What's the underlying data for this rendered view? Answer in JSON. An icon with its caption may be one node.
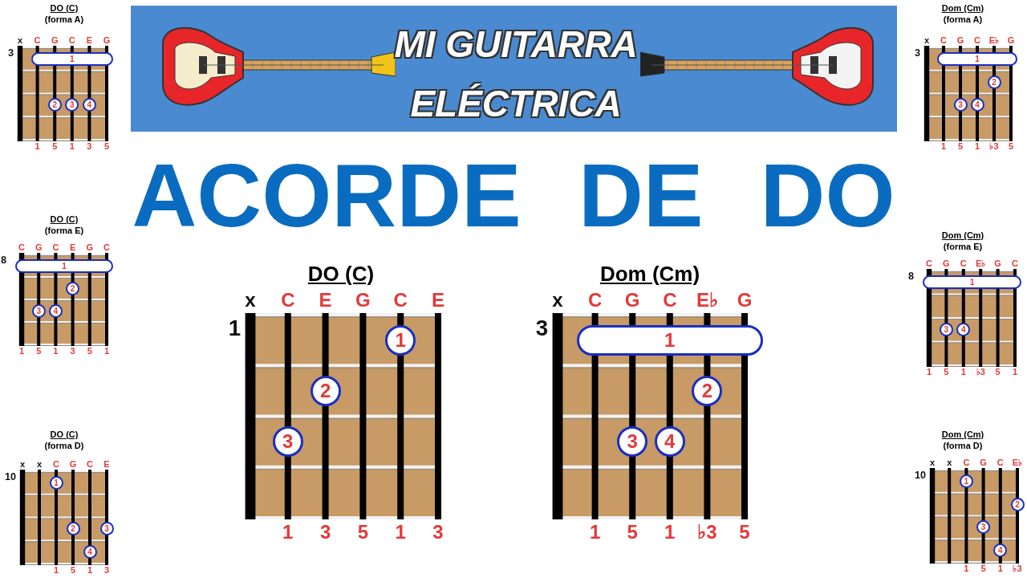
{
  "diagram": {
    "title": "ACORDE DE DO",
    "nodes": [
      {
        "text": [
          "MI GUITARRA ELÉCTRICA"
        ]
      },
      {
        "text": [
          "DO (C)",
          "(forma A)"
        ],
        "beside": [
          "3",
          "x",
          "C",
          "G",
          "C",
          "E",
          "G",
          "1",
          "5",
          "1",
          "3",
          "5"
        ]
      },
      {
        "text": [
          "1"
        ],
        "in": 1
      },
      {
        "text": [
          "2"
        ],
        "in": 1
      },
      {
        "text": [
          "3"
        ],
        "in": 1
      },
      {
        "text": [
          "4"
        ],
        "in": 1
      },
      {
        "text": [
          "Dom (Cm)",
          "(forma A)"
        ],
        "beside": [
          "3",
          "x",
          "C",
          "G",
          "C",
          "E♭",
          "G",
          "1",
          "5",
          "1",
          "♭3",
          "5"
        ]
      },
      {
        "text": [
          "1"
        ],
        "in": 6
      },
      {
        "text": [
          "2"
        ],
        "in": 6
      },
      {
        "text": [
          "3"
        ],
        "in": 6
      },
      {
        "text": [
          "4"
        ],
        "in": 6
      },
      {
        "text": [
          "DO (C)",
          "(forma E)"
        ],
        "beside": [
          "8",
          "C",
          "G",
          "C",
          "E",
          "G",
          "C",
          "1",
          "5",
          "1",
          "3",
          "5",
          "1"
        ]
      },
      {
        "text": [
          "1"
        ],
        "in": 11
      },
      {
        "text": [
          "2"
        ],
        "in": 11
      },
      {
        "text": [
          "3"
        ],
        "in": 11
      },
      {
        "text": [
          "4"
        ],
        "in": 11
      },
      {
        "text": [
          "DO (C)"
        ],
        "beside": [
          "1",
          "x",
          "C",
          "E",
          "G",
          "C",
          "E",
          "1",
          "3",
          "5",
          "1",
          "3"
        ]
      },
      {
        "text": [
          "1"
        ],
        "in": 16
      },
      {
        "text": [
          "2"
        ],
        "in": 16
      },
      {
        "text": [
          "3"
        ],
        "in": 16
      },
      {
        "text": [
          "Dom (Cm)"
        ],
        "beside": [
          "3",
          "x",
          "C",
          "G",
          "C",
          "E♭",
          "G",
          "1",
          "5",
          "1",
          "♭3",
          "5"
        ]
      },
      {
        "text": [
          "1"
        ],
        "in": 20
      },
      {
        "text": [
          "2"
        ],
        "in": 20
      },
      {
        "text": [
          "3"
        ],
        "in": 20
      },
      {
        "text": [
          "4"
        ],
        "in": 20
      },
      {
        "text": [
          "Dom (Cm)",
          "(forma E)"
        ],
        "beside": [
          "8",
          "C",
          "G",
          "C",
          "E♭",
          "G",
          "C",
          "1",
          "5",
          "1",
          "♭3",
          "5",
          "1"
        ]
      },
      {
        "text": [
          "1"
        ],
        "in": 25
      },
      {
        "text": [
          "3"
        ],
        "in": 25
      },
      {
        "text": [
          "4"
        ],
        "in": 25
      },
      {
        "text": [
          "DO (C)",
          "(forma D)"
        ],
        "beside": [
          "10",
          "x",
          "x",
          "C",
          "G",
          "C",
          "E",
          "1",
          "5",
          "1",
          "3"
        ]
      },
      {
        "text": [
          "1"
        ],
        "in": 29
      },
      {
        "text": [
          "2"
        ],
        "in": 29
      },
      {
        "text": [
          "3"
        ],
        "in": 29
      },
      {
        "text": [
          "4"
        ],
        "in": 29
      },
      {
        "text": [
          "Dom (Cm)",
          "(forma D)"
        ],
        "beside": [
          "10",
          "x",
          "x",
          "C",
          "G",
          "C",
          "E♭",
          "1",
          "5",
          "1",
          "♭3"
        ]
      },
      {
        "text": [
          "1"
        ],
        "in": 34
      },
      {
        "text": [
          "2"
        ],
        "in": 34
      },
      {
        "text": [
          "3"
        ],
        "in": 34
      },
      {
        "text": [
          "4"
        ],
        "in": 34
      }
    ]
  }
}
